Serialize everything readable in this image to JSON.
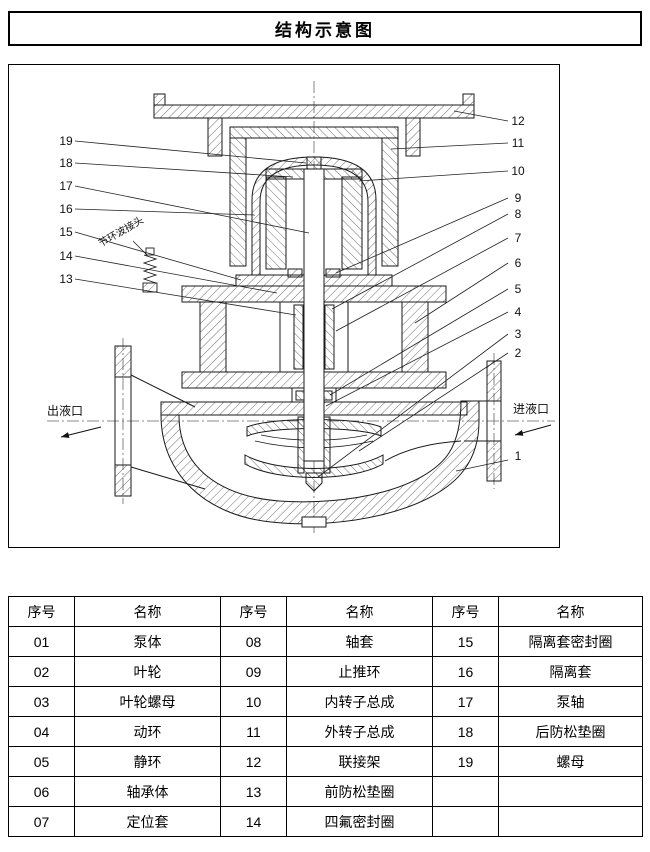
{
  "title": "结构示意图",
  "diagram": {
    "callouts_left": [
      "19",
      "18",
      "17",
      "16",
      "15",
      "14",
      "13"
    ],
    "callouts_right": [
      "12",
      "11",
      "10",
      "9",
      "8",
      "7",
      "6",
      "5",
      "4",
      "3",
      "2"
    ],
    "callout_casing": "1",
    "labels": {
      "fitting": "节环波接头",
      "outlet": "出液口",
      "inlet": "进液口"
    }
  },
  "table": {
    "headers": [
      "序号",
      "名称",
      "序号",
      "名称",
      "序号",
      "名称"
    ],
    "rows": [
      [
        "01",
        "泵体",
        "08",
        "轴套",
        "15",
        "隔离套密封圈"
      ],
      [
        "02",
        "叶轮",
        "09",
        "止推环",
        "16",
        "隔离套"
      ],
      [
        "03",
        "叶轮螺母",
        "10",
        "内转子总成",
        "17",
        "泵轴"
      ],
      [
        "04",
        "动环",
        "11",
        "外转子总成",
        "18",
        "后防松垫圈"
      ],
      [
        "05",
        "静环",
        "12",
        "联接架",
        "19",
        "螺母"
      ],
      [
        "06",
        "轴承体",
        "13",
        "前防松垫圈",
        "",
        ""
      ],
      [
        "07",
        "定位套",
        "14",
        "四氟密封圈",
        "",
        ""
      ]
    ]
  }
}
